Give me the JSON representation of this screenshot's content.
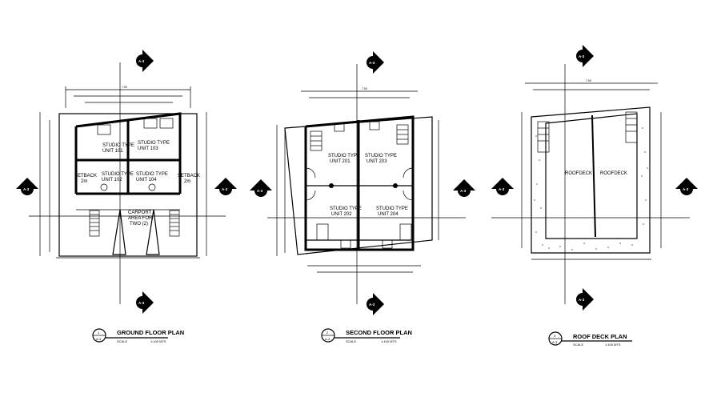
{
  "plans": [
    {
      "title": "GROUND FLOOR PLAN",
      "scale": "SCALE",
      "scale_value": "1:100 MTS",
      "bubble_number": "1",
      "bubble_sheet": "A-3",
      "rooms": [
        [
          "STUDIO TYPE",
          "UNIT 101"
        ],
        [
          "STUDIO TYPE",
          "UNIT 103"
        ],
        [
          "STUDIO TYPE",
          "UNIT 102"
        ],
        [
          "STUDIO TYPE",
          "UNIT 104"
        ],
        [
          "SETBACK",
          "2m"
        ],
        [
          "SETBACK",
          "2m"
        ],
        [
          "CARPORT",
          "AREA FOR",
          "TWO (2)"
        ]
      ],
      "section_marks": [
        "A-3",
        "A-3",
        "A-3",
        "A-3"
      ]
    },
    {
      "title": "SECOND FLOOR PLAN",
      "scale": "SCALE",
      "scale_value": "1:100 MTS",
      "bubble_number": "2",
      "bubble_sheet": "A-3",
      "rooms": [
        [
          "STUDIO TYPE",
          "UNIT 201"
        ],
        [
          "STUDIO TYPE",
          "UNIT 203"
        ],
        [
          "STUDIO TYPE",
          "UNIT 202"
        ],
        [
          "STUDIO TYPE",
          "UNIT 204"
        ]
      ],
      "section_marks": [
        "A-3",
        "A-3",
        "A-3",
        "A-3"
      ]
    },
    {
      "title": "ROOF DECK PLAN",
      "scale": "SCALE",
      "scale_value": "1:100 MTS",
      "bubble_number": "3",
      "bubble_sheet": "A-3",
      "rooms": [
        [
          "ROOFDECK"
        ],
        [
          "ROOFDECK"
        ]
      ],
      "section_marks": [
        "A-3",
        "A-3",
        "A-3",
        "A-3"
      ]
    }
  ]
}
